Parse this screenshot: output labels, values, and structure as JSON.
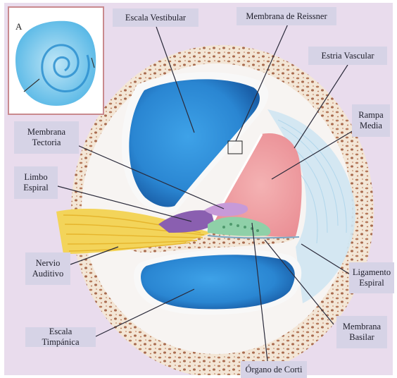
{
  "labels": {
    "escala_vestibular": "Escala Vestibular",
    "membrana_reissner": "Membrana de Reissner",
    "estria_vascular": "Estria Vascular",
    "rampa_media": "Rampa\nMedia",
    "membrana_tectoria": "Membrana\nTectoria",
    "limbo_espiral": "Limbo\nEspiral",
    "nervio_auditivo": "Nervio\nAuditivo",
    "escala_timpanica": "Escala Timpánica",
    "ligamento_espiral": "Ligamento\nEspiral",
    "membrana_basilar": "Membrana\nBasilar",
    "organo_corti": "Órgano de Corti"
  },
  "inset": {
    "letter": "A"
  },
  "colors": {
    "label_bg": "#d6d3e6",
    "background": "#e9dced",
    "bone": "#f3e6d6",
    "bone_spots": "#b5785a",
    "scala_blue": "#2f8fd8",
    "media_pink": "#f2a3a6",
    "nerve_yellow": "#f3d45a",
    "tectorial_purple": "#c79ad8",
    "limbus_purple": "#8a5fb0",
    "inset_border": "#c98a8e"
  }
}
